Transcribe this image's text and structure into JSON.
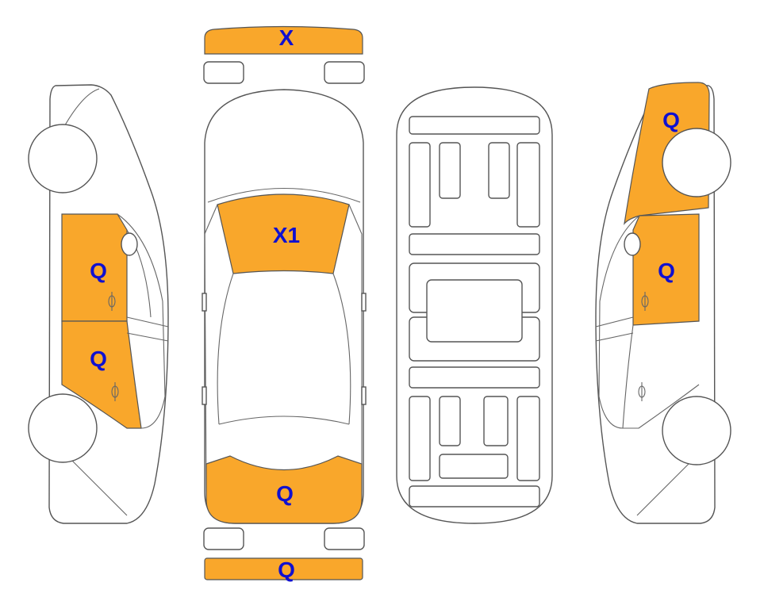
{
  "colors": {
    "damage": "#F9A72B",
    "label": "#1010D0",
    "outline": "#555555"
  },
  "views": [
    "left-side",
    "top",
    "underbody",
    "right-side"
  ],
  "marks": {
    "front_bumper": "X",
    "windshield": "X1",
    "rear_window_area": "Q",
    "rear_bumper": "Q",
    "left_front_door": "Q",
    "left_rear_door": "Q",
    "right_rear_fender": "Q",
    "right_rear_door": "Q"
  }
}
